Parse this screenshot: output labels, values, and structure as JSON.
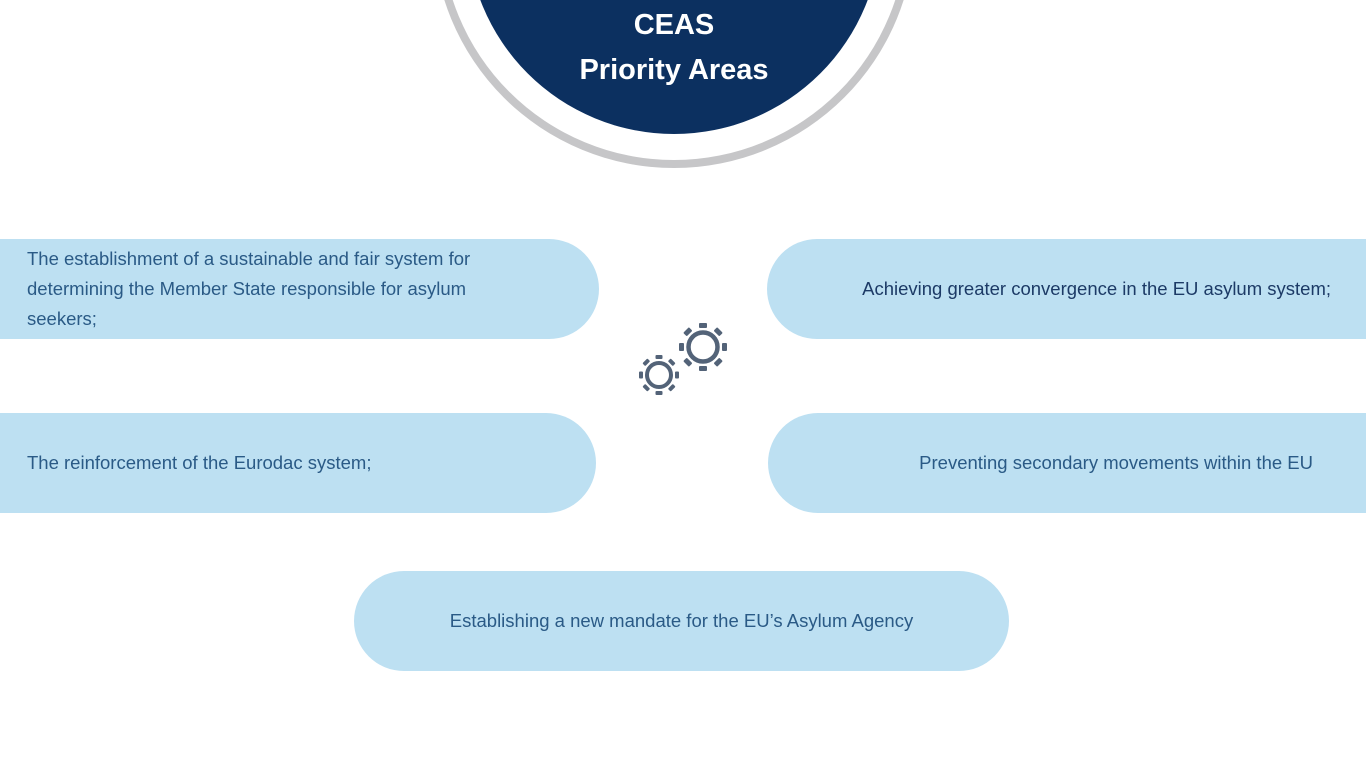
{
  "header": {
    "line1": "CEAS",
    "line2": "Priority Areas"
  },
  "items": [
    {
      "text": "The establishment of a sustainable and fair system for determining the Member State responsible for asylum seekers;"
    },
    {
      "text": "Achieving greater convergence in the EU asylum system;"
    },
    {
      "text": "The reinforcement of the Eurodac system;"
    },
    {
      "text": "Preventing secondary movements within the EU"
    },
    {
      "text": "Establishing a new mandate for the EU’s Asylum Agency"
    }
  ],
  "colors": {
    "navy": "#0c3060",
    "pill": "#bde0f2",
    "gear": "#536378"
  }
}
